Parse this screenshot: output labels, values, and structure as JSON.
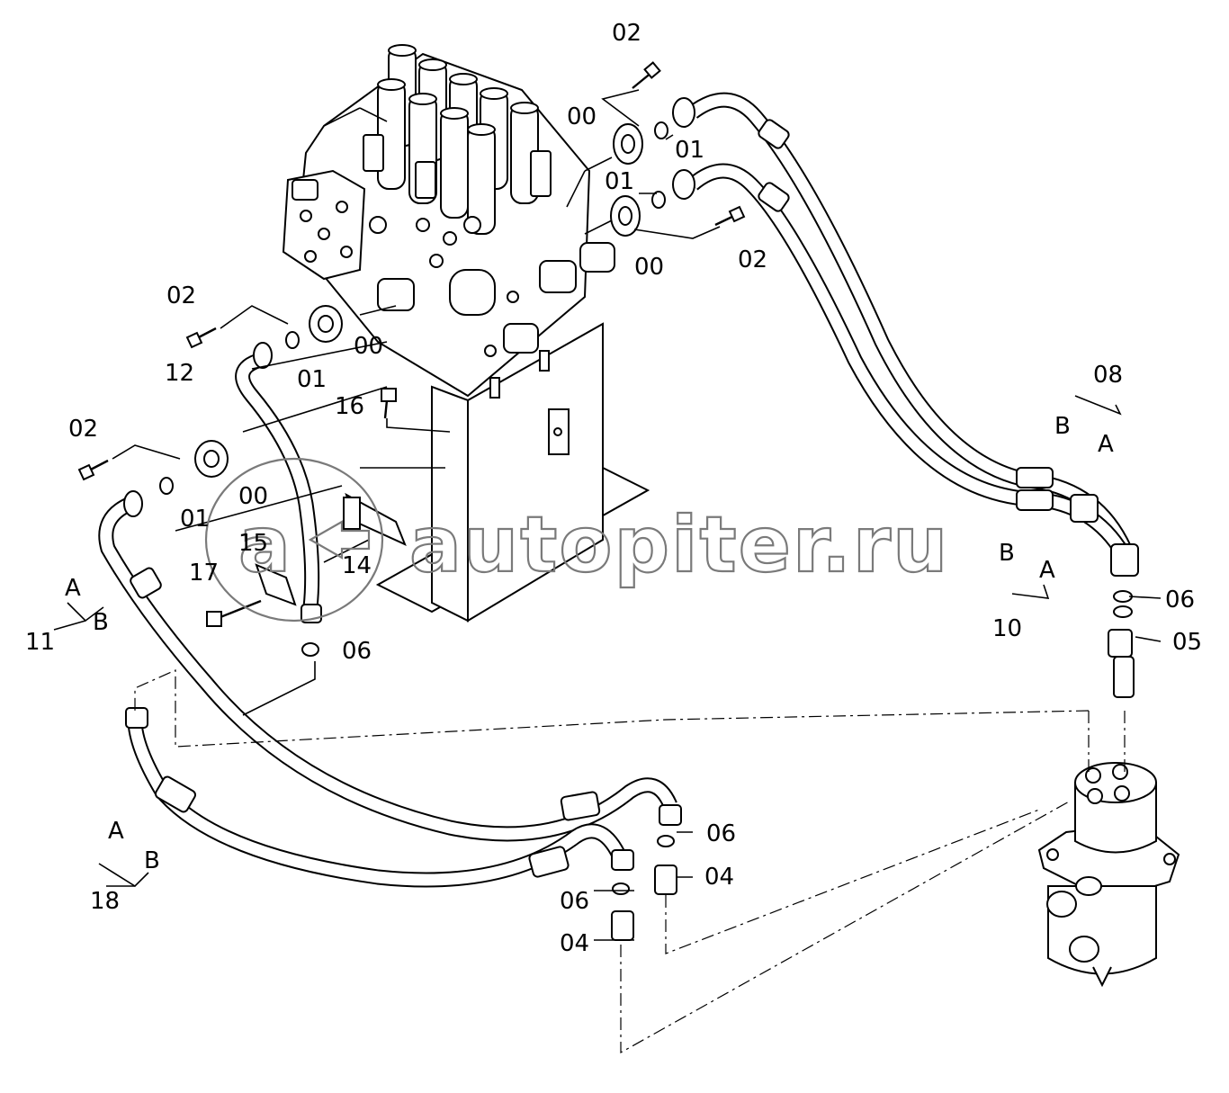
{
  "watermark": {
    "text": "autopiter.ru"
  },
  "labels": {
    "p02_top": "02",
    "p00_top_left": "00",
    "p01_top_right": "01",
    "p01_mid": "01",
    "p02_right": "02",
    "p00_mid": "00",
    "p02_left": "02",
    "p00_left": "00",
    "p01_left": "01",
    "p12": "12",
    "p16": "16",
    "p02_far_left": "02",
    "p00_far_left": "00",
    "p01_far_left": "01",
    "p15": "15",
    "p14": "14",
    "p17": "17",
    "p11": "11",
    "a_11": "A",
    "b_11": "B",
    "p06_center": "06",
    "p08": "08",
    "b_08": "B",
    "a_08": "A",
    "b_10": "B",
    "a_10": "A",
    "p10": "10",
    "p06_right": "06",
    "p05": "05",
    "p06_bottom_1": "06",
    "p04_bottom_1": "04",
    "p06_bottom_2": "06",
    "p04_bottom_2": "04",
    "a_18": "A",
    "b_18": "B",
    "p18": "18"
  }
}
